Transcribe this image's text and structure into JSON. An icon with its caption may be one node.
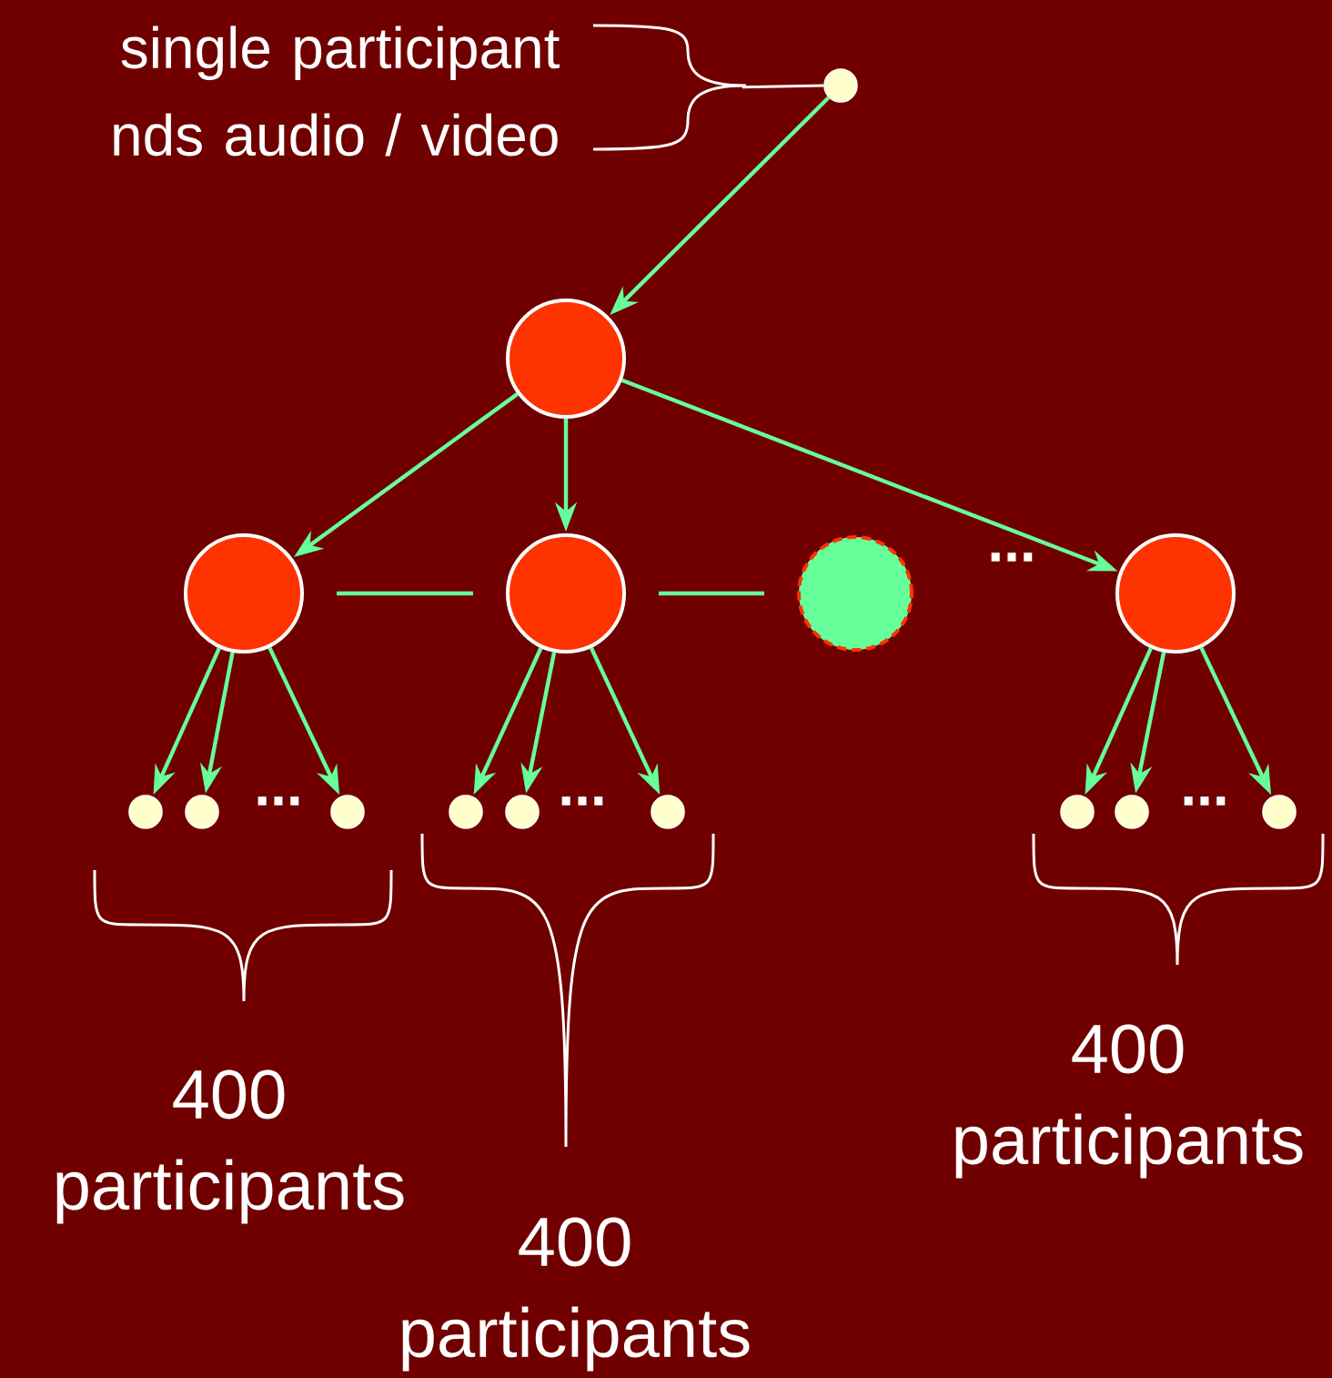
{
  "diagram": {
    "nodes": [
      {
        "text": [
          "single participant nds audio / video"
        ]
      },
      {
        "text": [],
        "shape": "circle"
      },
      {
        "text": [],
        "shape": "circle"
      },
      {
        "text": [],
        "shape": "circle"
      },
      {
        "text": [],
        "shape": "circle"
      },
      {
        "text": [],
        "shape": "circle"
      },
      {
        "text": [],
        "shape": "circle"
      },
      {
        "text": [],
        "shape": "circle"
      },
      {
        "text": [],
        "shape": "circle"
      },
      {
        "text": [],
        "shape": "circle"
      },
      {
        "text": [],
        "shape": "circle"
      },
      {
        "text": [],
        "shape": "circle"
      },
      {
        "text": [],
        "shape": "circle"
      },
      {
        "text": [],
        "shape": "circle"
      },
      {
        "text": [],
        "shape": "circle"
      },
      {
        "text": [],
        "shape": "circle"
      }
    ],
    "edges": [
      {
        "from": 0,
        "to": 1,
        "arrow": "none",
        "color": "#ffffff"
      },
      {
        "from": 1,
        "to": 2,
        "arrow": "to"
      },
      {
        "from": 2,
        "to": 3,
        "arrow": "to"
      },
      {
        "from": 2,
        "to": 4,
        "arrow": "to"
      },
      {
        "from": 2,
        "to": 6,
        "arrow": "to"
      },
      {
        "from": 3,
        "to": 4,
        "arrow": "none"
      },
      {
        "from": 4,
        "to": 5,
        "arrow": "none"
      },
      {
        "from": 3,
        "to": 7,
        "arrow": "to"
      },
      {
        "from": 3,
        "to": 8,
        "arrow": "to"
      },
      {
        "from": 3,
        "to": 9,
        "arrow": "to"
      },
      {
        "from": 4,
        "to": 10,
        "arrow": "to"
      },
      {
        "from": 4,
        "to": 11,
        "arrow": "to"
      },
      {
        "from": 4,
        "to": 12,
        "arrow": "to"
      },
      {
        "from": 6,
        "to": 13,
        "arrow": "to"
      },
      {
        "from": 6,
        "to": 14,
        "arrow": "to"
      },
      {
        "from": 6,
        "to": 15,
        "arrow": "to"
      }
    ],
    "labels": [
      "...",
      "...",
      "...",
      "...",
      "400 participants",
      "400 participants",
      "400 participants"
    ]
  }
}
